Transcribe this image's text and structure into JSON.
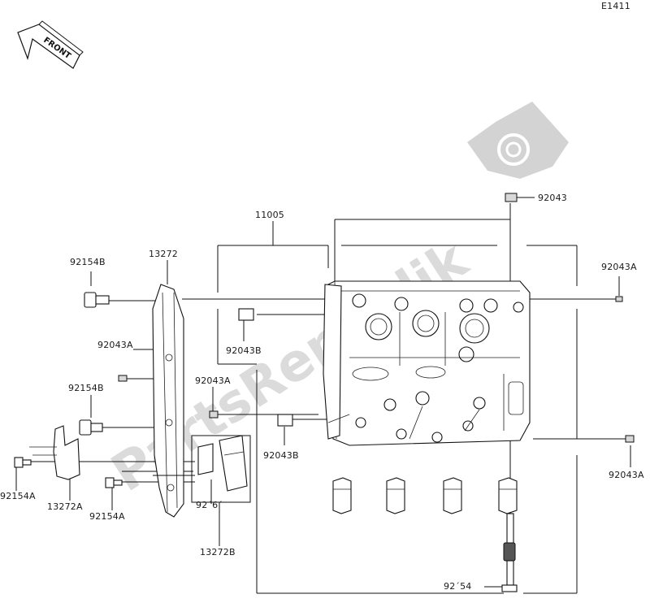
{
  "diagram_code": "E1411",
  "front_arrow_text": "FRONT",
  "watermark_text": "PartsRepublik",
  "parts": [
    {
      "id": "11005",
      "label": "11005"
    },
    {
      "id": "13272",
      "label": "13272"
    },
    {
      "id": "13272A",
      "label": "13272A"
    },
    {
      "id": "13272B",
      "label": "13272B"
    },
    {
      "id": "92043",
      "label": "92043"
    },
    {
      "id": "92043A",
      "label": "92043A"
    },
    {
      "id": "92043B",
      "label": "92043B"
    },
    {
      "id": "92154A",
      "label": "92154A"
    },
    {
      "id": "92154B",
      "label": "92154B"
    },
    {
      "id": "92161",
      "label": "92´6´"
    },
    {
      "id": "92154",
      "label": "92´54"
    }
  ],
  "colors": {
    "line": "#111111",
    "watermark": "#c9c9c9"
  }
}
